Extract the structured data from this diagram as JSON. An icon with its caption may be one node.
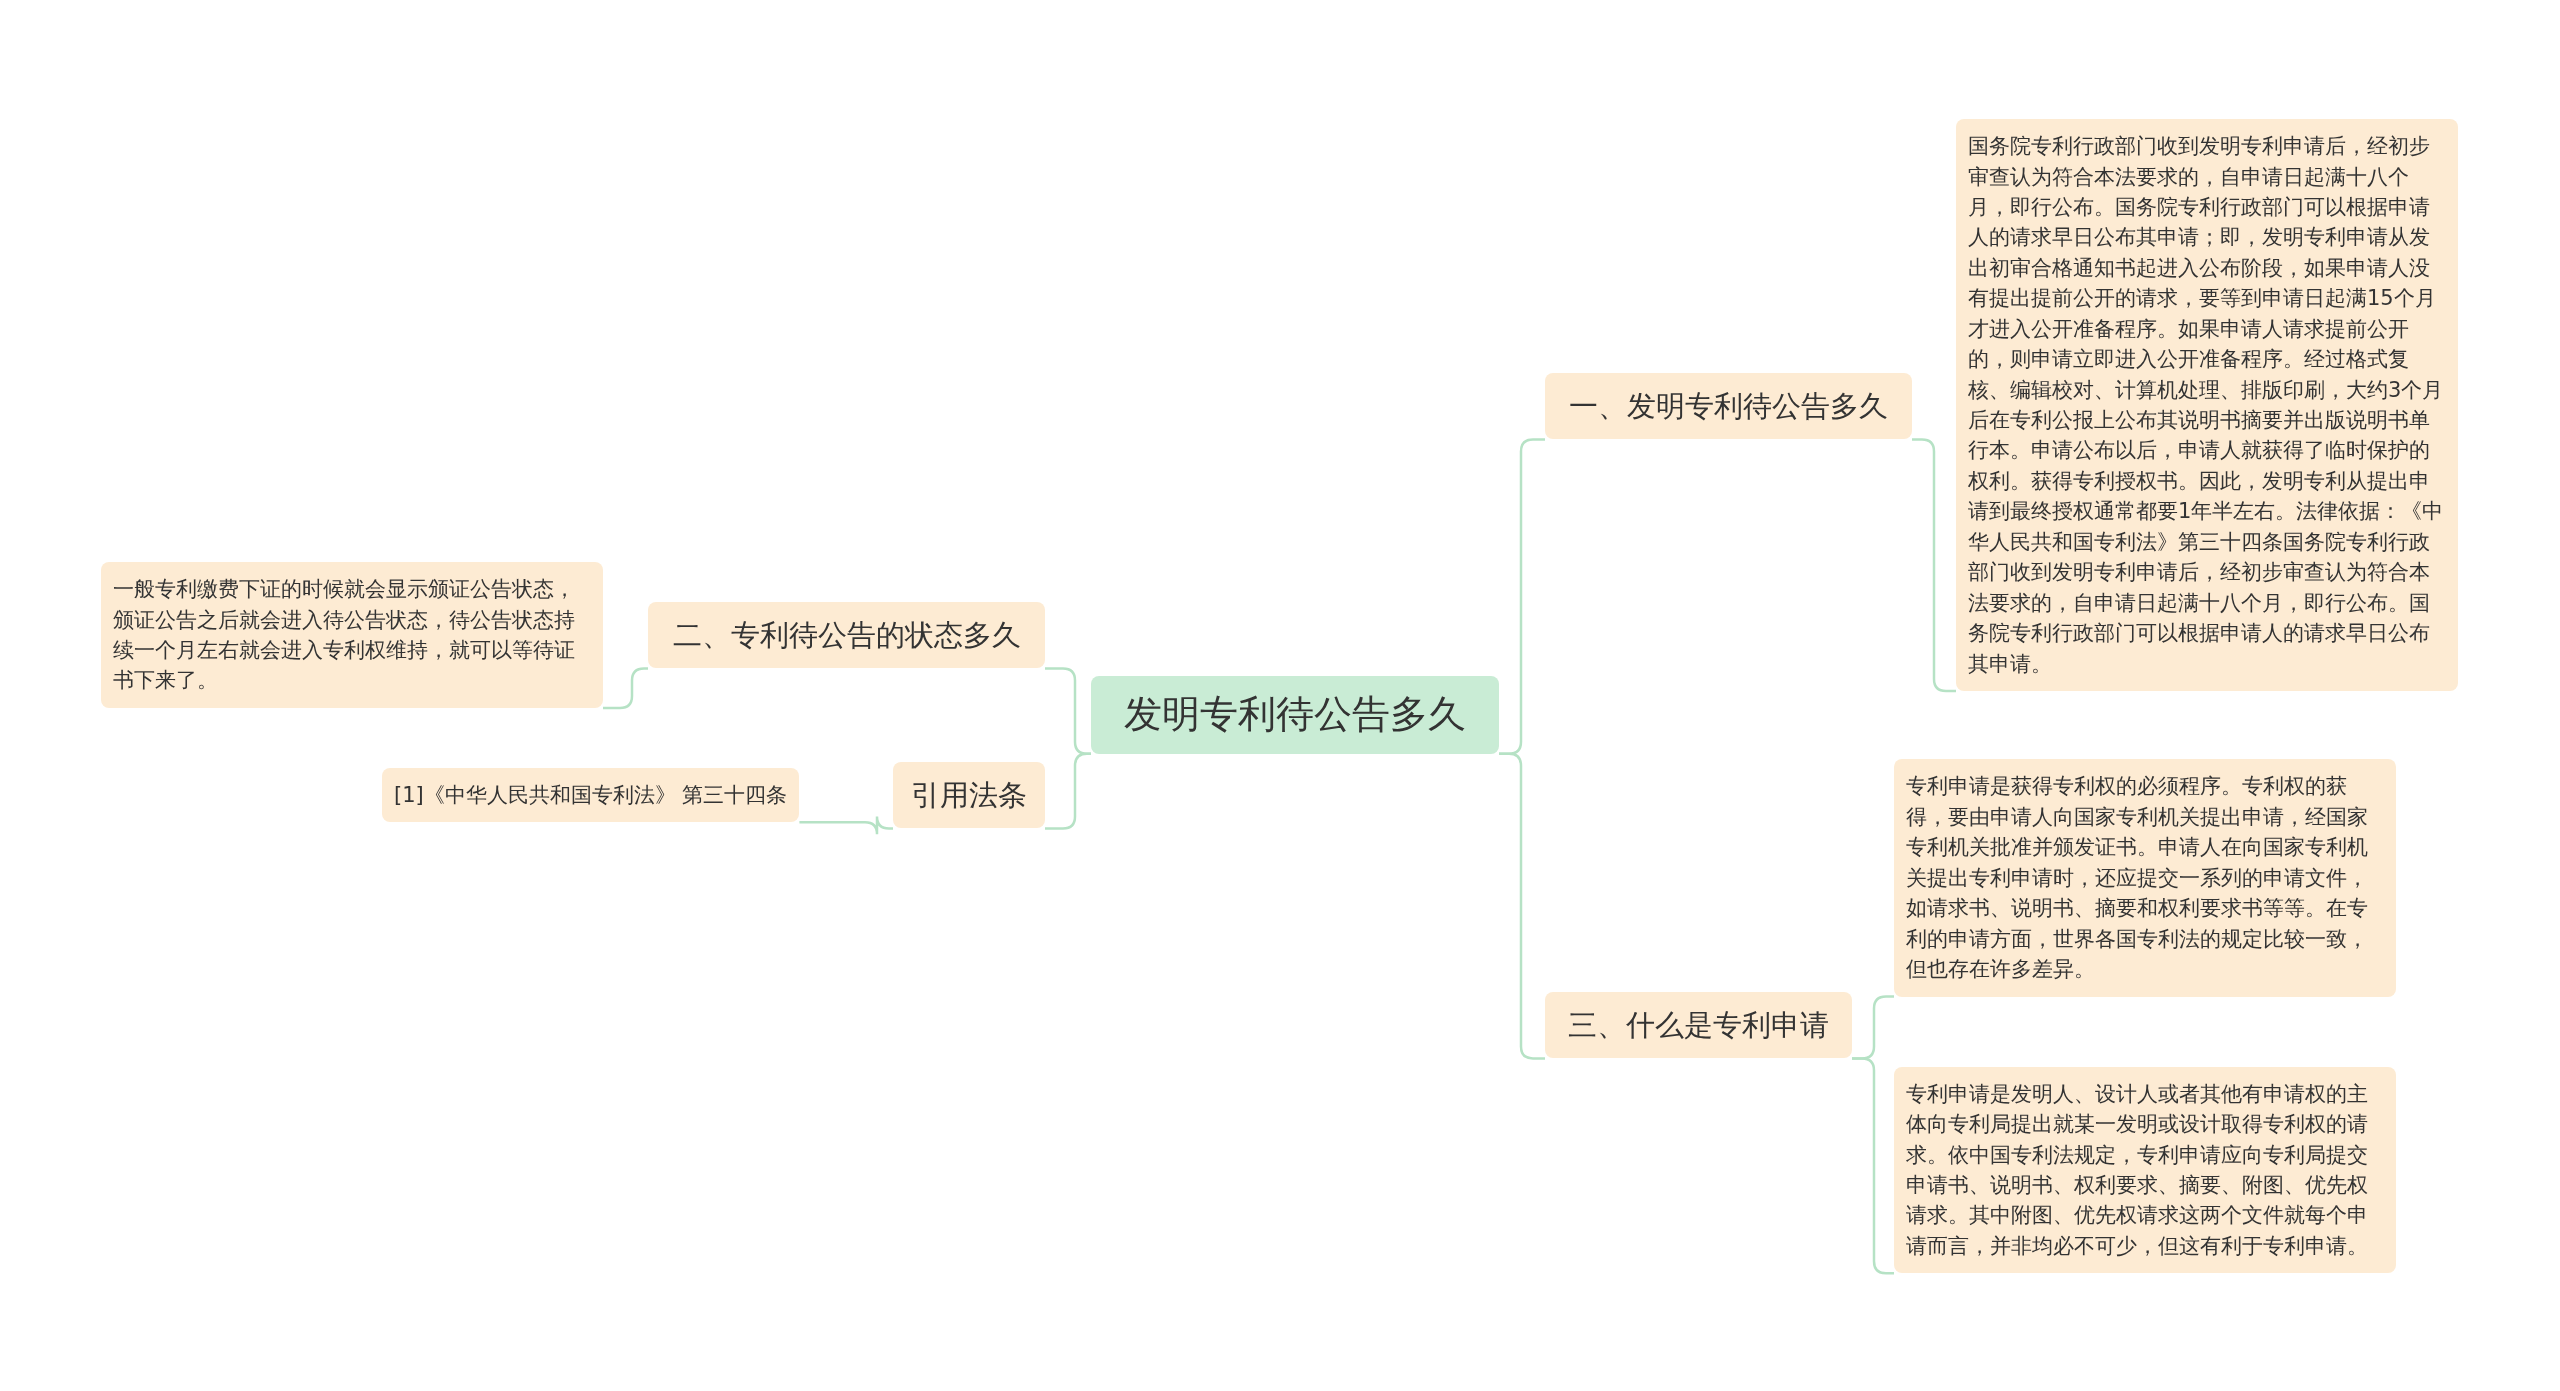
{
  "diagram": {
    "nodes": [
      {
        "text": [
          "发明专利待公告多久"
        ]
      },
      {
        "text": [
          "一、发明专利待公告多久"
        ]
      },
      {
        "text": [
          "国务院专利行政部门收到发明专利申请后，经初步审查认为符合本法要求的，自申请日起满十八个月，即行公布。国务院专利行政部门可以根据申请人的请求早日公布其申请；即，发明专利申请从发出初审合格通知书起进入公布阶段，如果申请人没有提出提前公开的请求，要等到申请日起满15个月才进入公开准备程序。如果申请人请求提前公开的，则申请立即进入公开准备程序。经过格式复核、编辑校对、计算机处理、排版印刷，大约3个月后在专利公报上公布其说明书摘要并出版说明书单行本。申请公布以后，申请人就获得了临时保护的权利。获得专利授权书。因此，发明专利从提出申请到最终授权通常都要1年半左右。法律依据：《中华人民共和国专利法》第三十四条国务院专利行政部门收到发明专利申请后，经初步审查认为符合本法要求的，自申请日起满十八个月，即行公布。国务院专利行政部门可以根据申请人的请求早日公布其申请。"
        ]
      },
      {
        "text": [
          "二、专利待公告的状态多久"
        ]
      },
      {
        "text": [
          "一般专利缴费下证的时候就会显示颁证公告状态，颁证公告之后就会进入待公告状态，待公告状态持续一个月左右就会进入专利权维持，就可以等待证书下来了。"
        ]
      },
      {
        "text": [
          "三、什么是专利申请"
        ]
      },
      {
        "text": [
          "专利申请是获得专利权的必须程序。专利权的获得，要由申请人向国家专利机关提出申请，经国家专利机关批准并颁发证书。申请人在向国家专利机关提出专利申请时，还应提交一系列的申请文件，如请求书、说明书、摘要和权利要求书等等。在专利的申请方面，世界各国专利法的规定比较一致，但也存在许多差异。"
        ]
      },
      {
        "text": [
          "专利申请是发明人、设计人或者其他有申请权的主体向专利局提出就某一发明或设计取得专利权的请求。依中国专利法规定，专利申请应向专利局提交申请书、说明书、权利要求、摘要、附图、优先权请求。其中附图、优先权请求这两个文件就每个申请而言，并非均必不可少，但这有利于专利申请。"
        ]
      },
      {
        "text": [
          "引用法条"
        ]
      },
      {
        "text": [
          "[1]《中华人民共和国专利法》 第三十四条"
        ]
      }
    ],
    "edges": [
      {
        "from": 0,
        "to": 1,
        "arrow": "none"
      },
      {
        "from": 1,
        "to": 2,
        "arrow": "none"
      },
      {
        "from": 0,
        "to": 3,
        "arrow": "none"
      },
      {
        "from": 3,
        "to": 4,
        "arrow": "none"
      },
      {
        "from": 0,
        "to": 5,
        "arrow": "none"
      },
      {
        "from": 5,
        "to": 6,
        "arrow": "none"
      },
      {
        "from": 5,
        "to": 7,
        "arrow": "none"
      },
      {
        "from": 0,
        "to": 8,
        "arrow": "none"
      },
      {
        "from": 8,
        "to": 9,
        "arrow": "none"
      }
    ]
  }
}
